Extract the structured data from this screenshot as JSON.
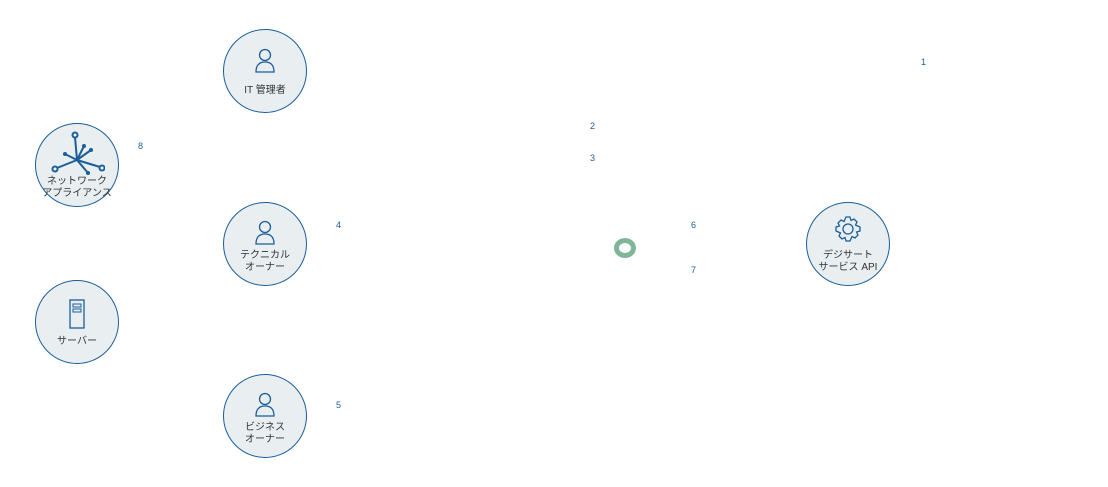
{
  "nodes": {
    "it_admin": "IT 管理者",
    "network_l1": "ネットワーク",
    "network_l2": "アプライアンス",
    "technical_l1": "テクニカル",
    "technical_l2": "オーナー",
    "server": "サーバー",
    "business_l1": "ビジネス",
    "business_l2": "オーナー",
    "digicert_l1": "デジサート",
    "digicert_l2": "サービス API"
  },
  "steps": [
    "1",
    "2",
    "3",
    "4",
    "5",
    "6",
    "7",
    "8"
  ],
  "colors": {
    "border": "#1a5e9a",
    "fill": "#e9eef1",
    "ring": "#7fb69a"
  }
}
